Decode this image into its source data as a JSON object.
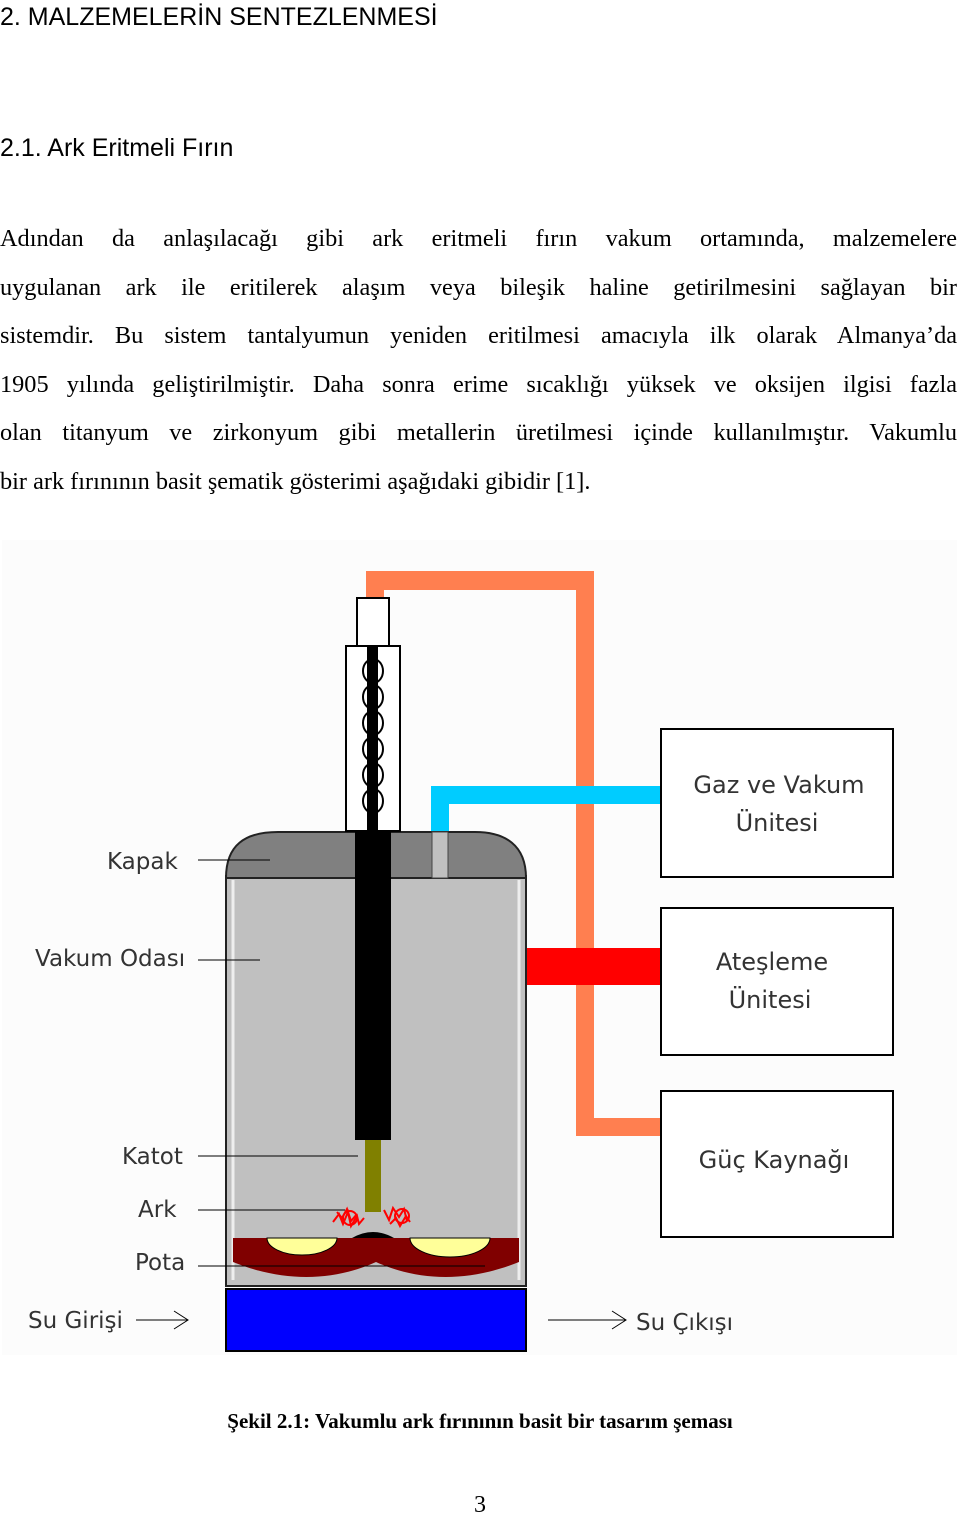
{
  "headings": {
    "section": "2. MALZEMELERİN SENTEZLENMESİ",
    "subsection": "2.1. Ark Eritmeli Fırın"
  },
  "paragraph": {
    "lines": [
      "Adından da anlaşılacağı gibi ark eritmeli fırın vakum ortamında, malzemelere",
      "uygulanan ark ile eritilerek alaşım veya bileşik haline getirilmesini sağlayan bir",
      "sistemdir. Bu sistem tantalyumun yeniden eritilmesi amacıyla ilk olarak Almanya’da",
      "1905 yılında geliştirilmiştir. Daha sonra erime sıcaklığı yüksek ve oksijen ilgisi fazla",
      "olan titanyum ve zirkonyum gibi metallerin üretilmesi içinde kullanılmıştır. Vakumlu",
      "bir ark fırınının basit şematik gösterimi aşağıdaki gibidir [1]."
    ]
  },
  "figure": {
    "labels": {
      "kapak": "Kapak",
      "vakum_odasi": "Vakum Odası",
      "katot": "Katot",
      "ark": "Ark",
      "pota": "Pota",
      "su_girisi": "Su Girişi",
      "su_cikisi": "Su Çıkışı"
    },
    "units": {
      "gas_vacuum": [
        "Gaz ve Vakum",
        "Ünitesi"
      ],
      "ignition": [
        "Ateşleme",
        "Ünitesi"
      ],
      "power": [
        "Güç Kaynağı"
      ]
    },
    "colors": {
      "lid": "#808080",
      "chamber": "#c0c0c0",
      "electrode": "#000000",
      "cathode_tip": "#808000",
      "arc": "#ff0000",
      "crucible": "#800000",
      "melt": "#ffff99",
      "water_jacket": "#0000ff",
      "gas_line": "#00ccff",
      "ignition_line": "#ff0000",
      "power_line": "#ff7f50"
    }
  },
  "caption": "Şekil 2.1: Vakumlu ark fırınının basit bir tasarım şeması",
  "page_number": "3"
}
